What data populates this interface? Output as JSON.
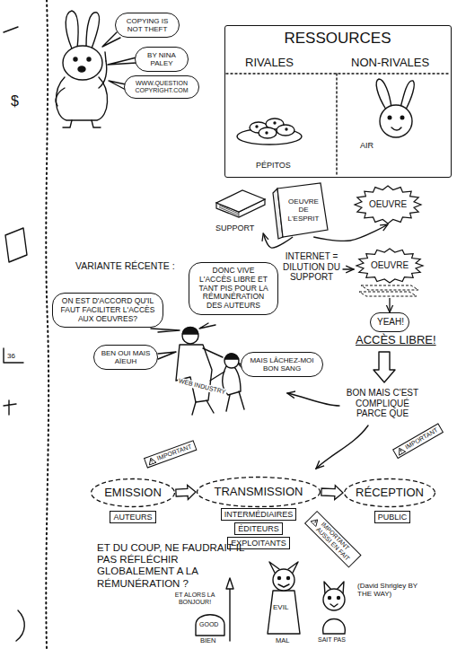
{
  "diagram": {
    "nodes": [
      {
        "text": [
          "COPYING IS NOT THEFT"
        ]
      },
      {
        "text": [
          "BY NINA PALEY"
        ]
      },
      {
        "text": [
          "WWW.QUESTION COPYRIGHT.COM"
        ]
      },
      {
        "text": [
          "RESSOURCES",
          "RIVALES",
          "NON-RIVALES",
          "PÉPITOS",
          "AIR"
        ]
      },
      {
        "text": [
          "SUPPORT"
        ]
      },
      {
        "text": [
          "OEUVRE DE L'ESPRIT"
        ]
      },
      {
        "text": [
          "OEUVRE"
        ]
      },
      {
        "text": [
          "OEUVRE"
        ]
      },
      {
        "text": [
          "YEAH!"
        ]
      },
      {
        "text": [
          "ON EST D'ACCORD QU'IL FAUT FACILITER L'ACCÈS AUX OEUVRES?"
        ]
      },
      {
        "text": [
          "DONC VIVE L'ACCÈS LIBRE ET TANT PIS POUR LA RÉMUNÉRATION DES AUTEURS"
        ]
      },
      {
        "text": [
          "BEN OUI MAIS AÏEUH"
        ]
      },
      {
        "text": [
          "MAIS LÂCHEZ-MOI BON SANG"
        ]
      },
      {
        "text": [
          "IMPORTANT"
        ]
      },
      {
        "text": [
          "EMISSION"
        ]
      },
      {
        "text": [
          "AUTEURS"
        ]
      },
      {
        "text": [
          "TRANSMISSION"
        ]
      },
      {
        "text": [
          "INTERMÉDIAIRES"
        ]
      },
      {
        "text": [
          "ÉDITEURS"
        ]
      },
      {
        "text": [
          "EXPLOITANTS"
        ]
      },
      {
        "text": [
          "IMPORTANT"
        ]
      },
      {
        "text": [
          "RÉCEPTION"
        ]
      },
      {
        "text": [
          "PUBLIC"
        ]
      },
      {
        "text": [
          "IMPORTANT AUSSI EN FAIT"
        ]
      }
    ],
    "edges": [
      {
        "from": 5,
        "to": 4,
        "arrow": "to"
      },
      {
        "from": 5,
        "to": 6,
        "arrow": "to"
      },
      {
        "from": 7,
        "to": 8,
        "arrow": "to"
      },
      {
        "from": 14,
        "to": 16,
        "arrow": "to"
      },
      {
        "from": 16,
        "to": 21,
        "arrow": "to"
      }
    ],
    "labels": [
      "$",
      "36",
      "VARIANTE RÉCENTE :",
      "INTERNET = DILUTION DU SUPPORT",
      "ACCÈS LIBRE!",
      "WEB INDUSTRY",
      "BON MAIS C'EST COMPLIQUÉ PARCE QUE",
      "ET DU COUP, NE FAUDRAIT-IL PAS RÉFLÉCHIR GLOBALEMENT A LA RÉMUNÉRATION ?",
      "ET ALORS LA BONJOUR!",
      "GOOD",
      "EVIL",
      "BIEN",
      "MAL",
      "SAIT PAS",
      "(David Shrigley BY THE WAY)"
    ]
  }
}
